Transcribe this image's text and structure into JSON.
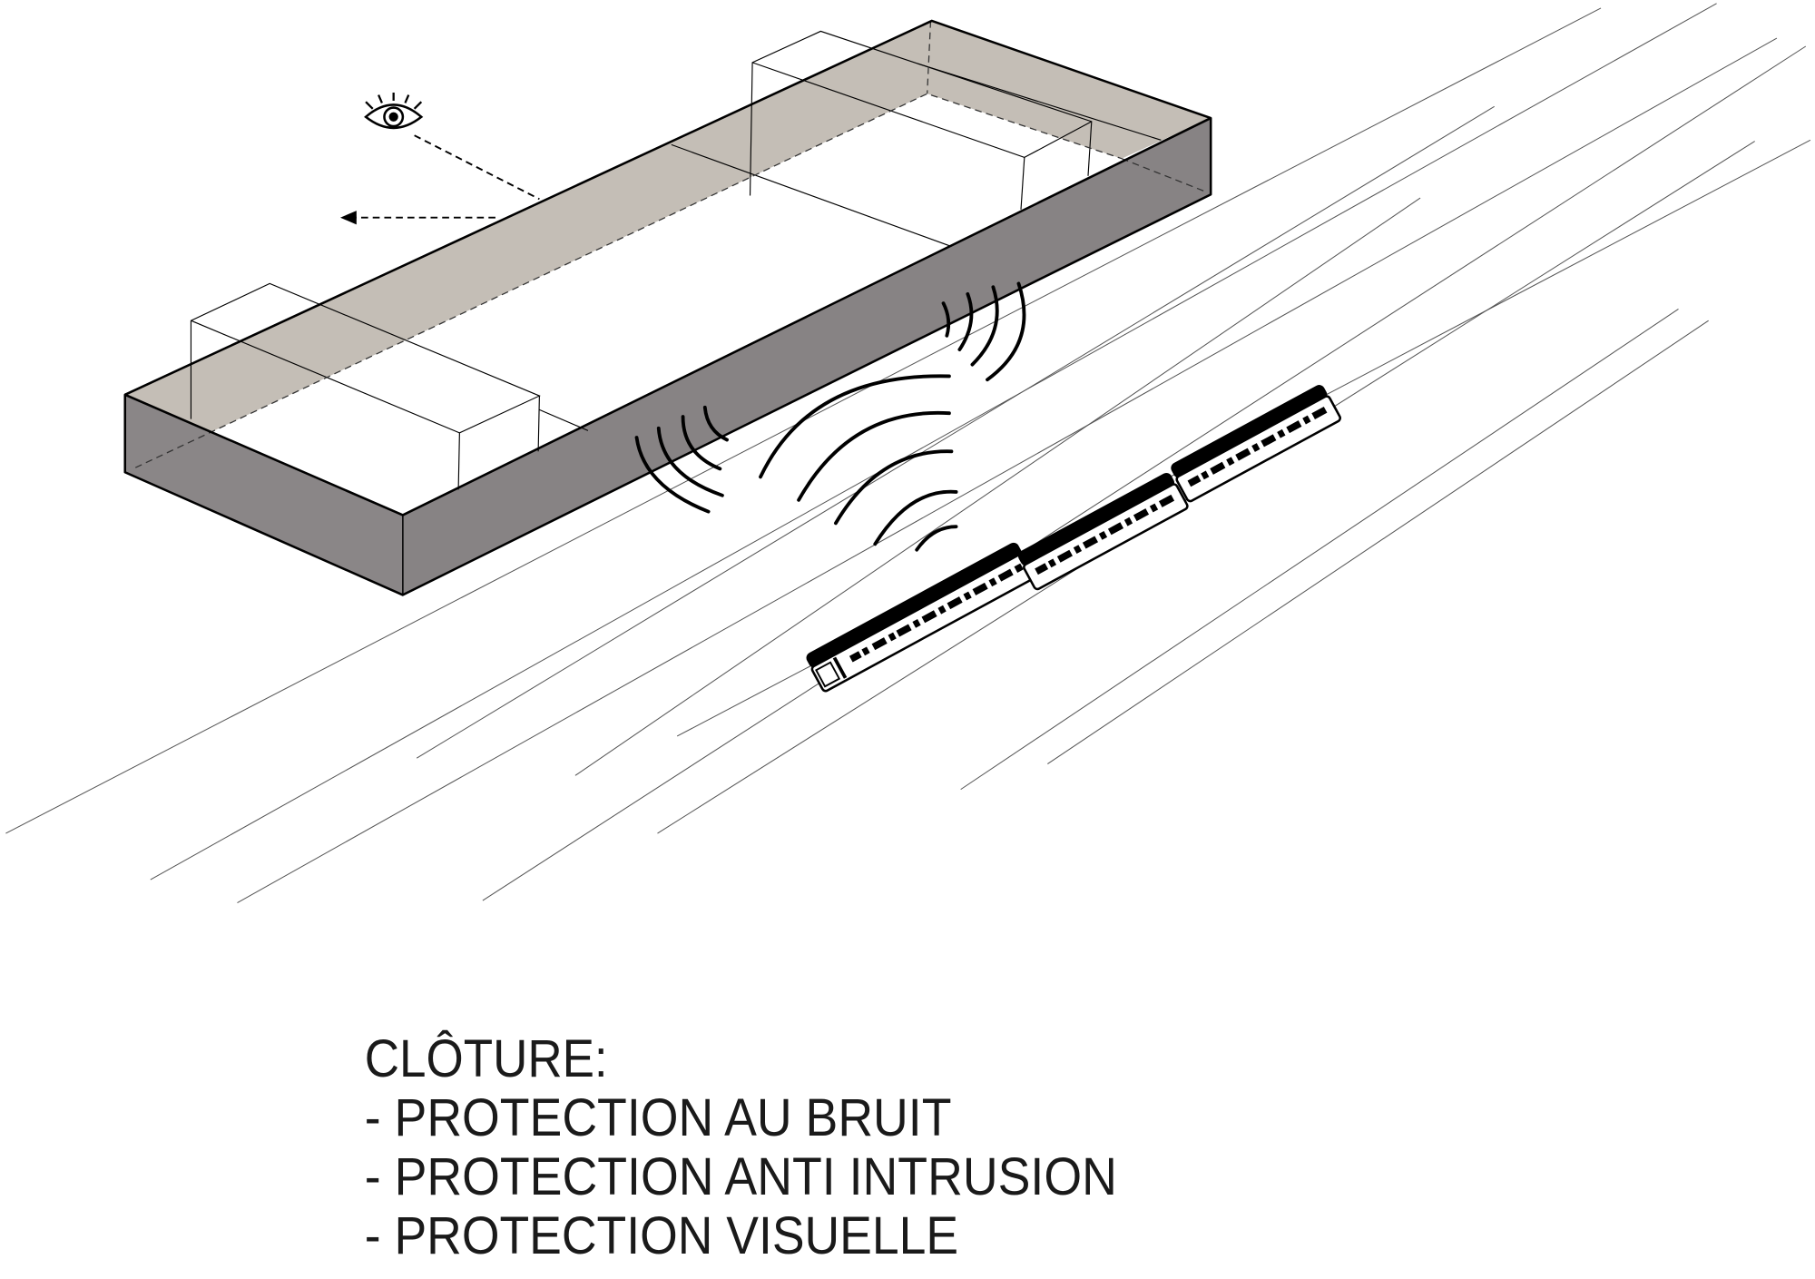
{
  "colors": {
    "fence_front": "#878384",
    "fence_band": "#c4beb6",
    "ink": "#000000",
    "track": "#555555"
  },
  "icons": [
    "eye-icon",
    "arrow-left-icon",
    "sound-wave-icon",
    "train-icon"
  ],
  "caption": {
    "title": "CLÔTURE:",
    "items": [
      "- PROTECTION AU BRUIT",
      "- PROTECTION ANTI INTRUSION",
      "- PROTECTION VISUELLE"
    ]
  }
}
